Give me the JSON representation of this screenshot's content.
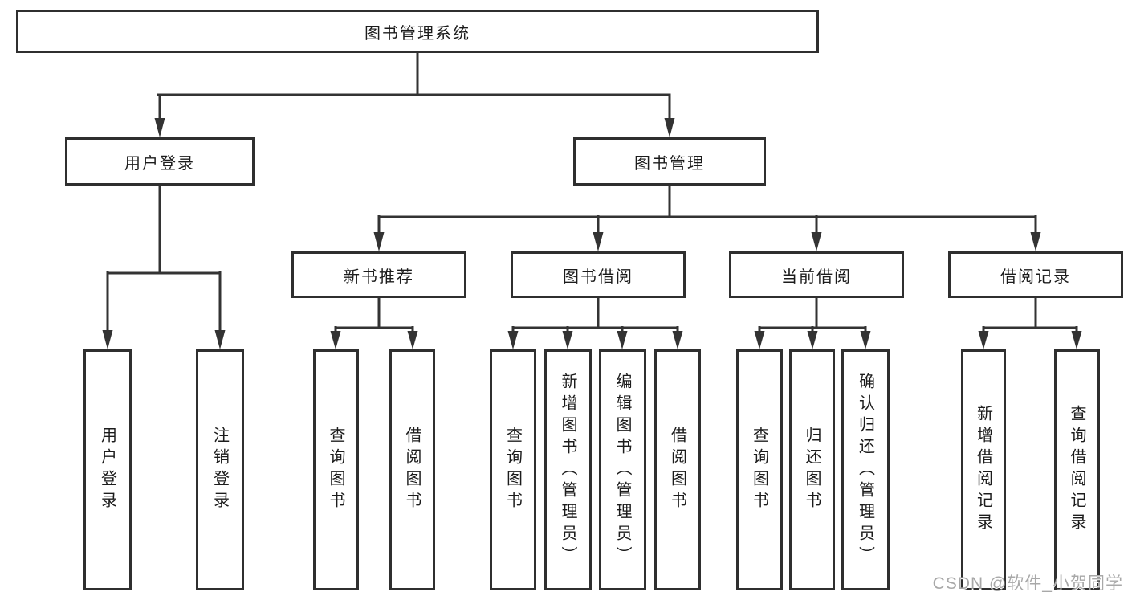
{
  "nodes": {
    "root": "图书管理系统",
    "user_login": "用户登录",
    "book_mgmt": "图书管理",
    "new_book_rec": "新书推荐",
    "book_borrow": "图书借阅",
    "current_borrow": "当前借阅",
    "borrow_records": "借阅记录",
    "leaf_user_login": "用户登录",
    "leaf_logout": "注销登录",
    "leaf_nb_query": "查询图书",
    "leaf_nb_borrow": "借阅图书",
    "leaf_bb_query": "查询图书",
    "leaf_bb_add": "新增图书（管理员）",
    "leaf_bb_edit": "编辑图书（管理员）",
    "leaf_bb_borrow": "借阅图书",
    "leaf_cb_query": "查询图书",
    "leaf_cb_return": "归还图书",
    "leaf_cb_confirm": "确认归还（管理员）",
    "leaf_br_add": "新增借阅记录",
    "leaf_br_query": "查询借阅记录"
  },
  "watermark": "CSDN @软件_小贺同学",
  "colors": {
    "line": "#333333",
    "box_border": "#2f2f2f",
    "text": "#1c1c1c",
    "watermark": "#a8a8a8",
    "background": "#ffffff"
  }
}
